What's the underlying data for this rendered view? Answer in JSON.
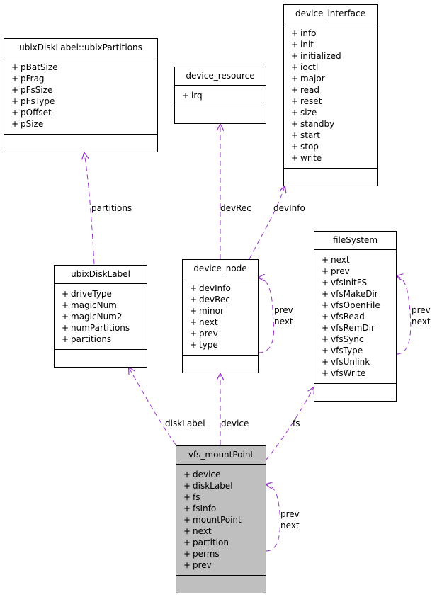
{
  "classes": {
    "ubix_partitions": {
      "name": "ubixDiskLabel::ubixPartitions",
      "attributes": [
        "pBatSize",
        "pFrag",
        "pFsSize",
        "pFsType",
        "pOffset",
        "pSize"
      ]
    },
    "device_resource": {
      "name": "device_resource",
      "attributes": [
        "irq"
      ]
    },
    "device_interface": {
      "name": "device_interface",
      "attributes": [
        "info",
        "init",
        "initialized",
        "ioctl",
        "major",
        "read",
        "reset",
        "size",
        "standby",
        "start",
        "stop",
        "write"
      ]
    },
    "ubix_disk_label": {
      "name": "ubixDiskLabel",
      "attributes": [
        "driveType",
        "magicNum",
        "magicNum2",
        "numPartitions",
        "partitions"
      ]
    },
    "device_node": {
      "name": "device_node",
      "attributes": [
        "devInfo",
        "devRec",
        "minor",
        "next",
        "prev",
        "type"
      ]
    },
    "file_system": {
      "name": "fileSystem",
      "attributes": [
        "next",
        "prev",
        "vfsInitFS",
        "vfsMakeDir",
        "vfsOpenFile",
        "vfsRead",
        "vfsRemDir",
        "vfsSync",
        "vfsType",
        "vfsUnlink",
        "vfsWrite"
      ]
    },
    "vfs_mount_point": {
      "name": "vfs_mountPoint",
      "attributes": [
        "device",
        "diskLabel",
        "fs",
        "fsInfo",
        "mountPoint",
        "next",
        "partition",
        "perms",
        "prev"
      ]
    }
  },
  "visibility_symbol": "+",
  "edges": {
    "partitions": "partitions",
    "dev_rec": "devRec",
    "dev_info": "devInfo",
    "device_node_prev": "prev",
    "device_node_next": "next",
    "fs_prev": "prev",
    "fs_next": "next",
    "disk_label": "diskLabel",
    "device": "device",
    "fs": "fs",
    "mp_prev": "prev",
    "mp_next": "next"
  },
  "colors": {
    "edge": "#9a32cd",
    "highlight_fill": "#bfbfbf"
  }
}
